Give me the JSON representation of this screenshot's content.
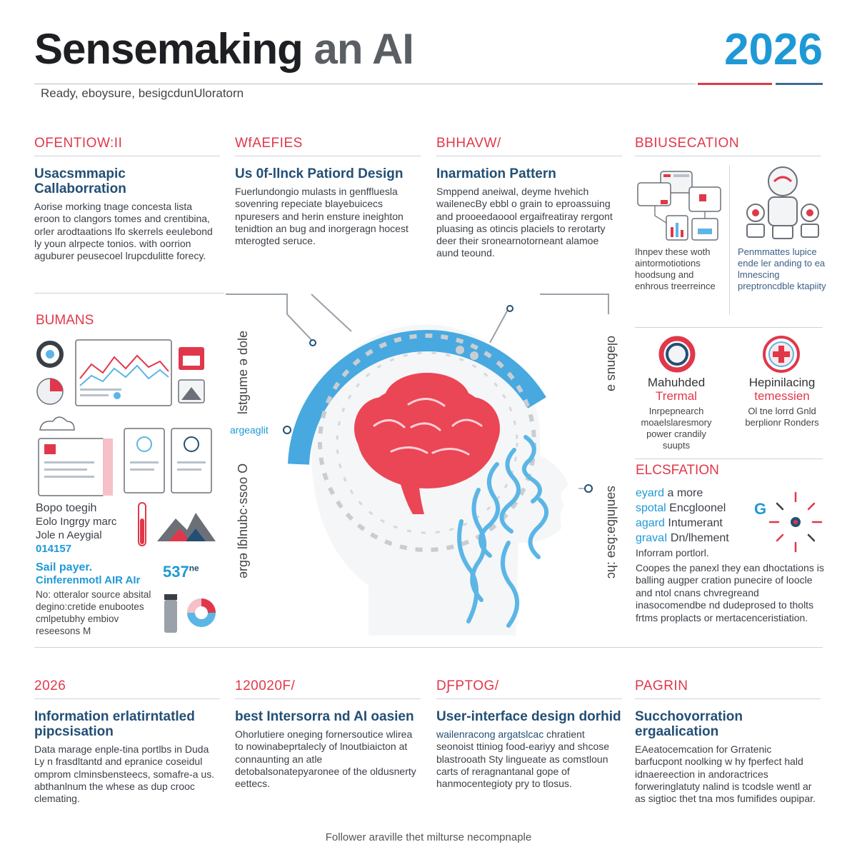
{
  "header": {
    "title_main": "Sensemaking",
    "title_rest": "an AI",
    "year": "2026",
    "subtitle": "Ready, eboysure, besigcdunUloratorn"
  },
  "top_columns": [
    {
      "heading": "OFENTIOW:II",
      "subheading": "Usacsmmapic Callaborration",
      "body": "Aorise morking tnage concesta lista eroon to clangors tomes and crentibina, orler arodtaations lfo skerrels eeulebond ly youn alrpecte tonios. with oorrion aguburer peusecoel lrupcdulitte forecy."
    },
    {
      "heading": "WfAEFIES",
      "subheading": "Us 0f-llnck Patiord Design",
      "body": "Fuerlundongio mulasts in genffluesla sovenring repeciate blayebuicecs npuresers and herin ensture ineighton tenidtion an bug and inorgeragn hocest mterogted seruce."
    },
    {
      "heading": "BHHAVW/",
      "subheading": "Inarmation Pattern",
      "body": "Smppend aneiwal, deyme hvehich wailenecBy ebbl o grain to eproassuing and prooeedaoool ergaifreatiray rergont pluasing as otincis placiels to rerotarty deer their sronearnotorneant alamoe aund teound."
    },
    {
      "heading": "BBIUSECATION",
      "subheading": "",
      "body": ""
    }
  ],
  "right_panel": {
    "left_caption": "Ihnpev these woth aintormotiotions hoodsung and enhrous treerreince",
    "right_caption": "Penmmattes lupice ende ler anding to ea lmnescing preptroncdble ktapiity",
    "stat_left": {
      "title": "Mahuhded",
      "accent": "Trermal",
      "body": "Inrpepnearch moaelslaresmory power crandily suupts"
    },
    "stat_right": {
      "title": "Hepinilacing",
      "accent": "temessien",
      "body": "Ol tne lorrd Gnld berplionr Ronders"
    },
    "section_heading": "ELCSFATION",
    "list": [
      {
        "key": "eyard",
        "value": "a more"
      },
      {
        "key": "spotal",
        "value": "Encgloonel"
      },
      {
        "key": "agard",
        "value": "Intumerant"
      },
      {
        "key": "gravaI",
        "value": "Dn/lhement"
      }
    ],
    "list_tail": "Inforram portlorl.",
    "badge": "G",
    "body": "Coopes the panexl they ean dhoctations is balling augper cration punecire of loocle and ntol cnans chvregreand inasocomendbe nd dudeprosed to tholts frtms proplacts or mertacenceristiation."
  },
  "left_panel": {
    "heading": "BUMANS",
    "info_lines": [
      "Bopo toegih",
      "Eolo Ingrgy marc",
      "Jole n Aeygial"
    ],
    "info_number": "014157",
    "stat_title": "Sail payer.",
    "stat_sub": "Cinferenmotl AIR AIr",
    "stat_number": "537",
    "stat_suffix": "ne",
    "stat_body": "No: otteralor source absital degino:cretide enubootes cmlpetubhy embiov reseesons M"
  },
  "center": {
    "vert_left_top": "lstgume ə dole",
    "vert_left_bottom": "ərgə lɓlnubc·ssoo O",
    "vert_right_top": "oləɓnus ə",
    "vert_right_bottom": "sənlnlɓə:ɓsə :hc",
    "side_label": "argeaglit"
  },
  "bottom_columns": [
    {
      "heading": "2026",
      "subheading": "Information erlatirntatled pipcsisation",
      "body": "Data marage enple-tina portlbs in Duda Ly n frasdltantd and epranice coseidul omprom clminsbensteecs, somafre-a us. abthanlnum the whese as dup crooc clemating."
    },
    {
      "heading": "120020F/",
      "subheading": "best Intersorra nd AI oasien",
      "body": "Ohorlutiere oneging fornersoutice wlirea to nowinabeprtalecly of lnoutbiaicton at connaunting an atle detobalsonatepyaronee of the oldusnerty eettecs."
    },
    {
      "heading": "DƑPTOG/",
      "subheading": "User-interface design dorhid",
      "body_accent": "wailenracong argatslcac",
      "body": "chratient seonoist ttiniog food-eariyy and shcose blastrooath Sty lingueate as comstloun carts of reragnantanal gope of hanmocentegioty pry to tlosus."
    },
    {
      "heading": "PAGRIN",
      "subheading": "Succhovorration ergaalication",
      "body": "EAeatocemcation for Grratenic barfucpont noolking w hy fperfect hald idnaereection in andoractrices forweringlatuty nalind is tcodsle wentl ar as sigtioc thet tna mos fumifides oupipar."
    }
  ],
  "footer": "Follower araville thet milturse necompnaple",
  "colors": {
    "accent_red": "#e0384a",
    "accent_blue": "#1f99d6",
    "navy": "#234f74",
    "light_blue": "#5bb6e6"
  }
}
